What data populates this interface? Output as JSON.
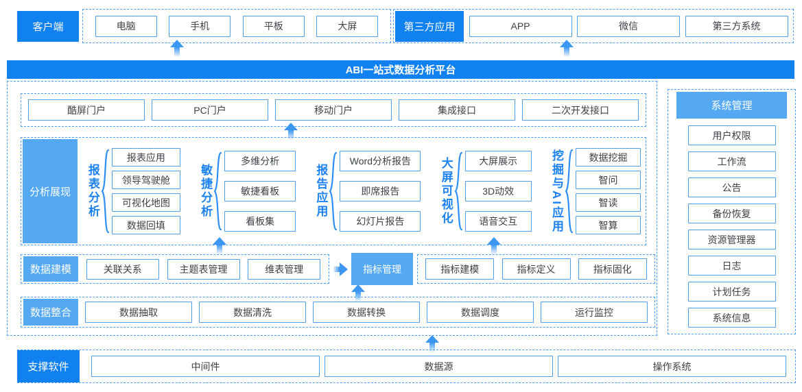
{
  "banner": {
    "title": "ABI一站式数据分析平台"
  },
  "top": {
    "client": {
      "label": "客户端",
      "items": [
        "电脑",
        "手机",
        "平板",
        "大屏"
      ]
    },
    "third_party": {
      "label": "第三方应用",
      "items": [
        "APP",
        "微信",
        "第三方系统"
      ]
    }
  },
  "platform": {
    "portals": [
      "酷屏门户",
      "PC门户",
      "移动门户",
      "集成接口",
      "二次开发接口"
    ],
    "analysis": {
      "label": "分析展现",
      "groups": [
        {
          "name": "报表分析",
          "items": [
            "报表应用",
            "领导驾驶舱",
            "可视化地图",
            "数据回填"
          ]
        },
        {
          "name": "敏捷分析",
          "items": [
            "多维分析",
            "敏捷看板",
            "看板集"
          ]
        },
        {
          "name": "报告应用",
          "items": [
            "Word分析报告",
            "即席报告",
            "幻灯片报告"
          ]
        },
        {
          "name": "大屏可视化",
          "items": [
            "大屏展示",
            "3D动效",
            "语音交互"
          ]
        },
        {
          "name": "挖掘与AI应用",
          "items": [
            "数据挖掘",
            "智问",
            "智读",
            "智算"
          ]
        }
      ]
    },
    "modeling": {
      "label": "数据建模",
      "items": [
        "关联关系",
        "主题表管理",
        "维表管理"
      ],
      "highlight": "指标管理",
      "indicator_items": [
        "指标建模",
        "指标定义",
        "指标固化"
      ]
    },
    "integration": {
      "label": "数据整合",
      "items": [
        "数据抽取",
        "数据清洗",
        "数据转换",
        "数据调度",
        "运行监控"
      ]
    }
  },
  "system": {
    "label": "系统管理",
    "items": [
      "用户权限",
      "工作流",
      "公告",
      "备份恢复",
      "资源管理器",
      "日志",
      "计划任务",
      "系统信息"
    ]
  },
  "support": {
    "label": "支撑软件",
    "items": [
      "中间件",
      "数据源",
      "操作系统"
    ]
  },
  "colors": {
    "primary_blue": "#1181ef",
    "secondary_blue": "#55a9f2",
    "box_border": "#4f9fe8",
    "dashed_border": "#4a9df0",
    "arrow_blue": "#3b97f2",
    "group_label_blue": "#1b82f0",
    "box_text": "#3d4247"
  }
}
